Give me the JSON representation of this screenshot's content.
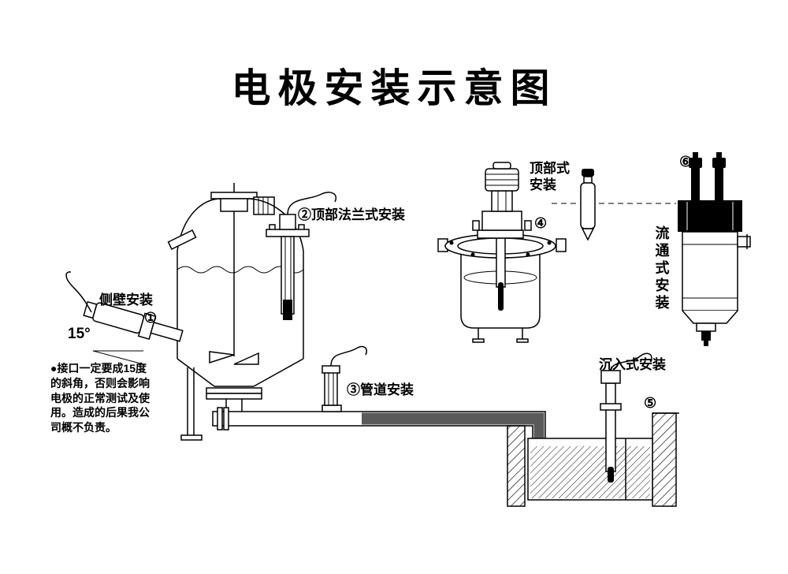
{
  "title": "电极安装示意图",
  "annotations": {
    "side_wall": {
      "label": "侧壁安装",
      "num": "①",
      "angle": "15°"
    },
    "top_flange": {
      "label": "②顶部法兰式安装"
    },
    "pipeline": {
      "label": "③管道安装"
    },
    "top_type": {
      "label": "顶部式\n安装",
      "num": "④"
    },
    "submersion": {
      "label": "沉入式安装",
      "num": "⑤"
    },
    "flow_through": {
      "label": "流通式安装",
      "num": "⑥"
    }
  },
  "warning": "●接口一定要成15度\n的斜角，否则会影响\n电极的正常测试及使\n用。造成的后果我公\n司概不负责。",
  "colors": {
    "line": "#000000",
    "pipe": "#5a5a5a",
    "background": "#ffffff"
  }
}
